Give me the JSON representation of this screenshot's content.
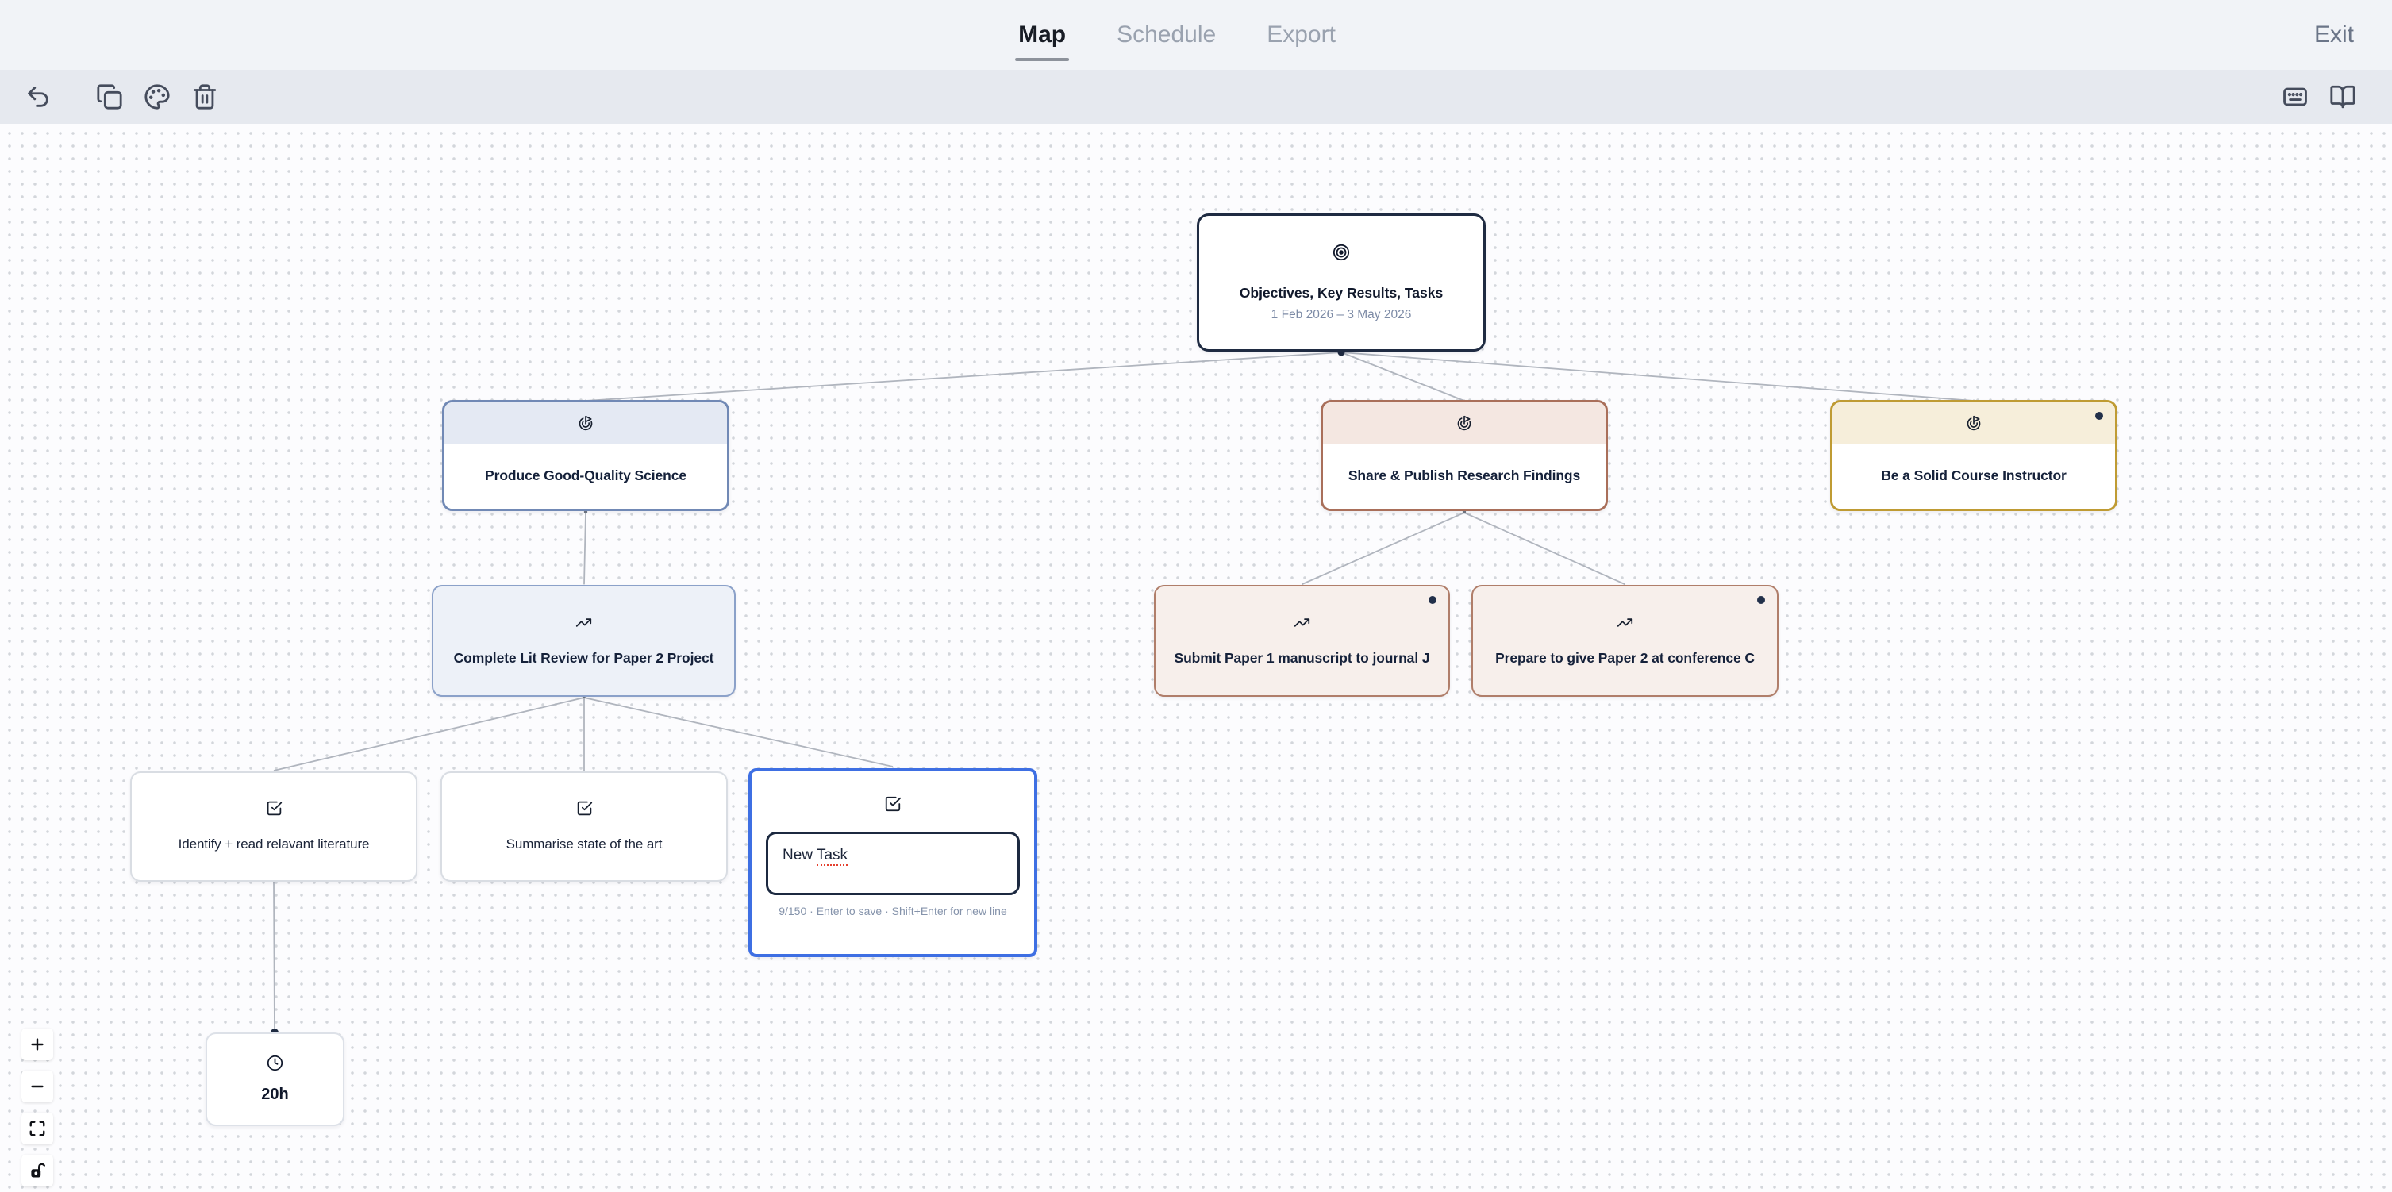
{
  "nav": {
    "tabs": [
      {
        "label": "Map",
        "active": true
      },
      {
        "label": "Schedule",
        "active": false
      },
      {
        "label": "Export",
        "active": false
      }
    ],
    "exit_label": "Exit"
  },
  "toolbar": {
    "left_icons": [
      "undo",
      "duplicate",
      "color-palette",
      "delete"
    ],
    "right_icons": [
      "keyboard-shortcuts",
      "guide"
    ]
  },
  "map": {
    "root": {
      "icon": "target-icon",
      "title": "Objectives, Key Results, Tasks",
      "date_range": "1 Feb 2026 – 3 May 2026"
    },
    "objectives": [
      {
        "title": "Produce Good-Quality Science",
        "icon": "goal-icon",
        "theme": "blue",
        "border_color": "#7189b5",
        "header_color": "#e4e9f3",
        "collapsed_indicator": false
      },
      {
        "title": "Share & Publish Research Findings",
        "icon": "goal-icon",
        "theme": "terracotta",
        "border_color": "#a96f5a",
        "header_color": "#f4e7e1",
        "collapsed_indicator": false
      },
      {
        "title": "Be a Solid Course Instructor",
        "icon": "goal-icon",
        "theme": "gold",
        "border_color": "#bf9b33",
        "header_color": "#f6eeda",
        "collapsed_indicator": true
      }
    ],
    "key_results": [
      {
        "title": "Complete Lit Review for Paper 2 Project",
        "icon": "trending-up-icon",
        "theme": "blue",
        "bg_color": "#edf1f8",
        "border_color": "#8ba1c9",
        "collapsed_indicator": false
      },
      {
        "title": "Submit Paper 1 manuscript to journal J",
        "icon": "trending-up-icon",
        "theme": "terracotta",
        "bg_color": "#f7efeb",
        "border_color": "#b07e6a",
        "collapsed_indicator": true
      },
      {
        "title": "Prepare to give Paper 2 at conference C",
        "icon": "trending-up-icon",
        "theme": "terracotta",
        "bg_color": "#f7efeb",
        "border_color": "#b07e6a",
        "collapsed_indicator": true
      }
    ],
    "tasks": [
      {
        "title": "Identify + read relavant literature",
        "icon": "checkbox-icon"
      },
      {
        "title": "Summarise state of the art",
        "icon": "checkbox-icon"
      }
    ],
    "task_editor": {
      "icon": "checkbox-icon",
      "text_before": "New ",
      "text_flagged": "Task",
      "helper": "9/150 · Enter to save · Shift+Enter for new line",
      "selection_color": "#3e6fe3"
    },
    "estimate": {
      "icon": "clock-icon",
      "value": "20h"
    },
    "controls": [
      "zoom-in",
      "zoom-out",
      "fit-view",
      "unlock-interactivity"
    ]
  }
}
